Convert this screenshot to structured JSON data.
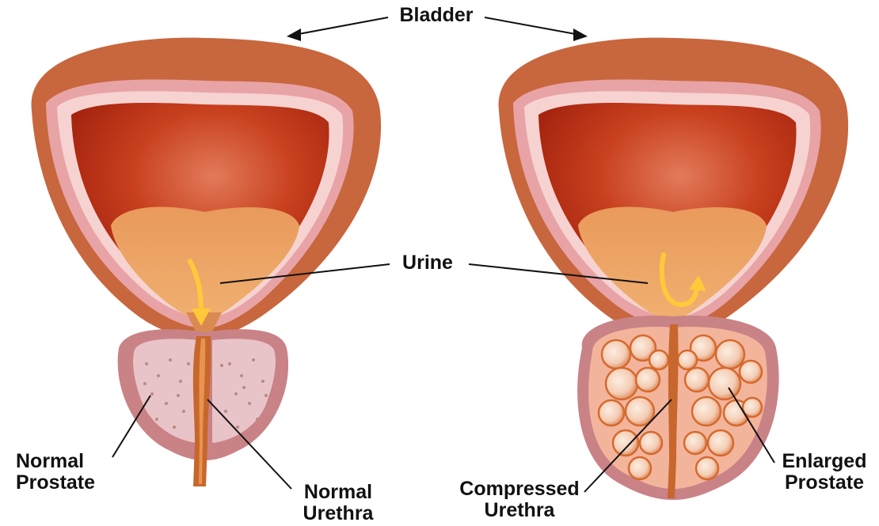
{
  "labels": {
    "bladder": "Bladder",
    "urine": "Urine",
    "normal_prostate": [
      "Normal",
      "Prostate"
    ],
    "normal_urethra": [
      "Normal",
      "Urethra"
    ],
    "compressed_urethra": [
      "Compressed",
      "Urethra"
    ],
    "enlarged_prostate": [
      "Enlarged",
      "Prostate"
    ]
  },
  "colors": {
    "bladder_outer": "#c8663e",
    "bladder_wall_pink": "#e8a3a6",
    "bladder_wall_light": "#f6d3d0",
    "bladder_inner_dark": "#a8200e",
    "bladder_inner_mid": "#c9421c",
    "urine": "#e89a55",
    "urine_arrow": "#ffc93a",
    "prostate_outer": "#c98286",
    "prostate_inner": "#e8c4c8",
    "urethra": "#c7672e",
    "enlarged_nodule": "#f7d6c2",
    "enlarged_nodule_shadow": "#d56a2e"
  }
}
